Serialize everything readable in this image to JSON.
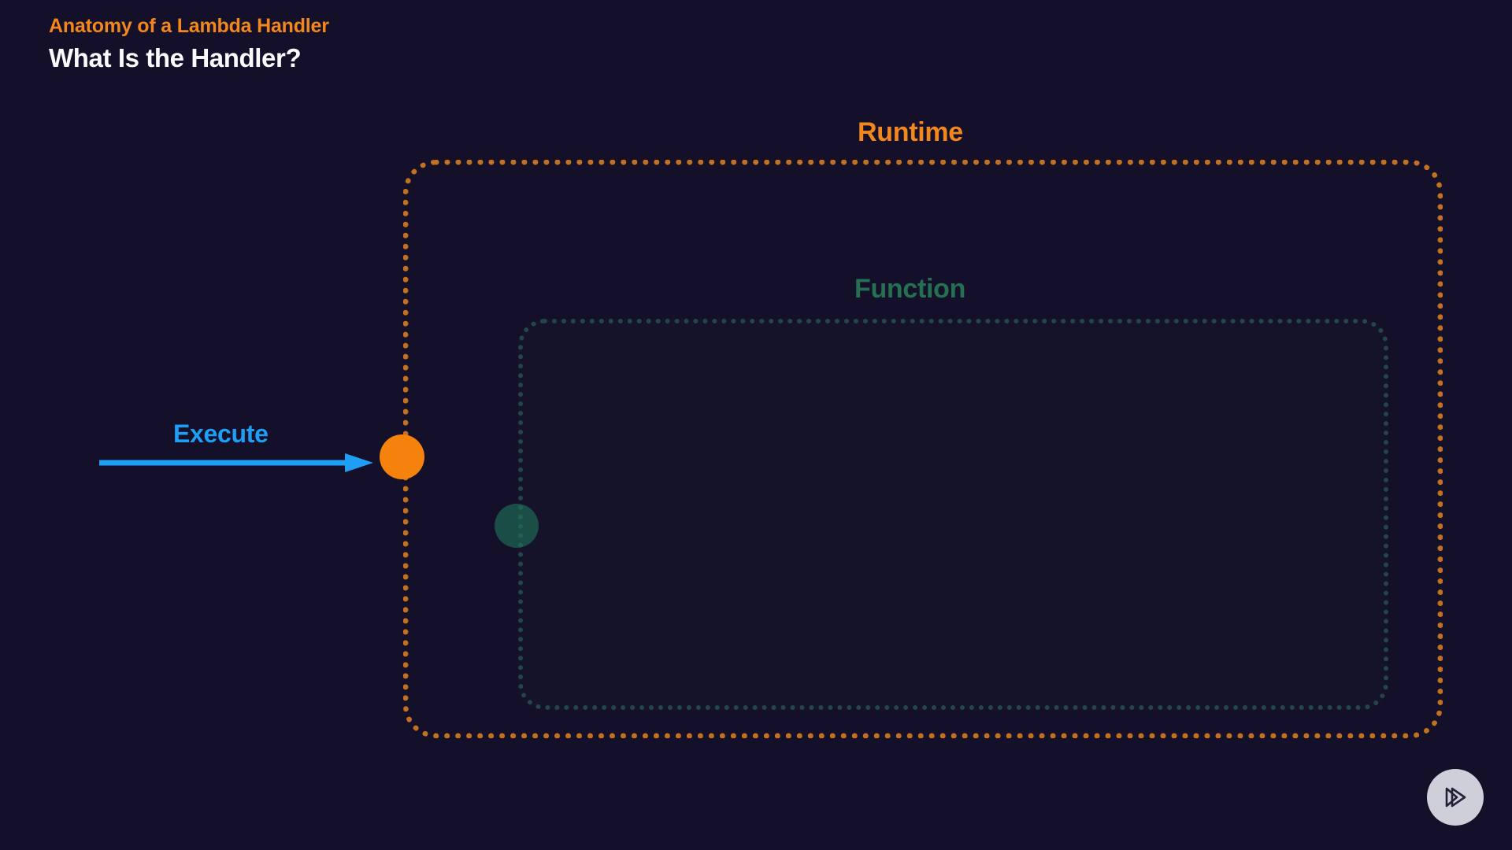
{
  "page": {
    "background_color": "#141029"
  },
  "header": {
    "eyebrow": "Anatomy of a Lambda Handler",
    "title": "What Is the Handler?",
    "eyebrow_color": "#F2871E",
    "title_color": "#FAFAFC"
  },
  "diagram": {
    "runtime": {
      "label": "Runtime",
      "border_color": "#C1711F",
      "label_color": "#F2871E",
      "border_style": "dotted"
    },
    "function": {
      "label": "Function",
      "border_color": "#24454A",
      "label_color": "#256F53",
      "border_style": "dotted"
    },
    "flow": {
      "label": "Execute",
      "color": "#1E9FF5",
      "arrow_icon": "arrow-right-icon"
    },
    "nodes": [
      {
        "name": "handler-node",
        "color": "#F5820C",
        "state": "active"
      },
      {
        "name": "function-entry-node",
        "color": "#1F7358",
        "state": "dimmed"
      }
    ]
  },
  "controls": {
    "play": {
      "icon": "double-play-icon",
      "label": "Play",
      "background_color": "#CFCFDA",
      "icon_color": "#232038"
    }
  }
}
